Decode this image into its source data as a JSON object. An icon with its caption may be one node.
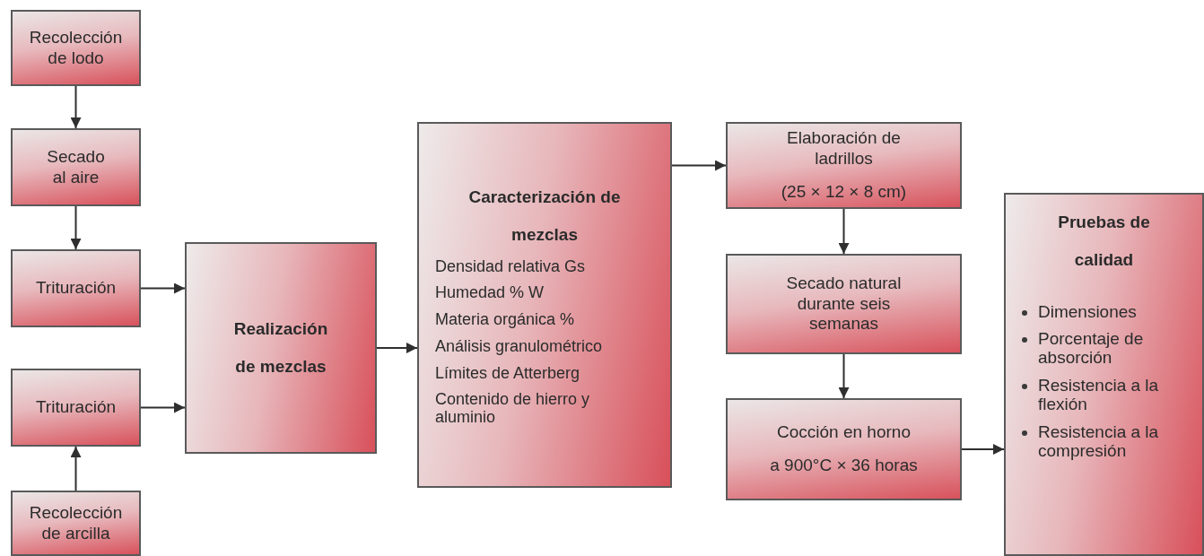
{
  "diagram": {
    "nodes": [
      {
        "text": [
          "Recolección de lodo"
        ]
      },
      {
        "text": [
          "Secado al aire"
        ]
      },
      {
        "text": [
          "Trituración"
        ]
      },
      {
        "text": [
          "Trituración"
        ]
      },
      {
        "text": [
          "Recolección de arcilla"
        ]
      },
      {
        "text": [
          "Realización de mezclas"
        ]
      },
      {
        "text": [
          "Caracterización de mezclas",
          "Densidad relativa  Gs",
          "Humedad  % W",
          "Materia orgánica  %",
          "Análisis granulométrico",
          "Límites de Atterberg",
          "Contenido de hierro y aluminio"
        ]
      },
      {
        "text": [
          "Elaboración de ladrillos",
          "(25 × 12 × 8 cm)"
        ]
      },
      {
        "text": [
          "Secado natural durante seis semanas"
        ]
      },
      {
        "text": [
          "Cocción en horno",
          "a 900°C × 36 horas"
        ]
      },
      {
        "text": [
          "Pruebas de calidad",
          "Dimensiones",
          "Porcentaje de absorción",
          "Resistencia a la flexión",
          "Resistencia a la compresión"
        ]
      }
    ],
    "edges": [
      {
        "from": 0,
        "to": 1,
        "arrow": "to"
      },
      {
        "from": 1,
        "to": 2,
        "arrow": "to"
      },
      {
        "from": 4,
        "to": 3,
        "arrow": "to"
      },
      {
        "from": 2,
        "to": 5,
        "arrow": "to"
      },
      {
        "from": 3,
        "to": 5,
        "arrow": "to"
      },
      {
        "from": 5,
        "to": 6,
        "arrow": "to"
      },
      {
        "from": 6,
        "to": 7,
        "arrow": "to"
      },
      {
        "from": 7,
        "to": 8,
        "arrow": "to"
      },
      {
        "from": 8,
        "to": 9,
        "arrow": "to"
      },
      {
        "from": 9,
        "to": 10,
        "arrow": "to"
      }
    ]
  }
}
